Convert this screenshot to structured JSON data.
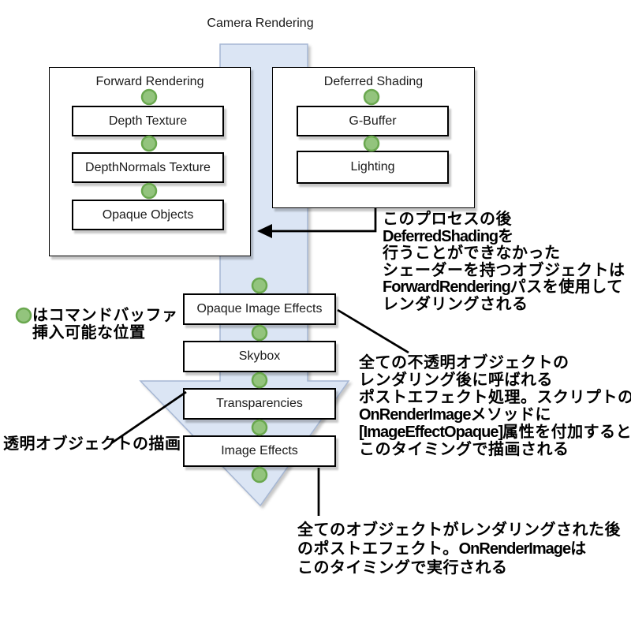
{
  "title": "Camera Rendering",
  "forward": {
    "title": "Forward Rendering",
    "steps": [
      "Depth Texture",
      "DepthNormals Texture",
      "Opaque Objects"
    ]
  },
  "deferred": {
    "title": "Deferred Shading",
    "steps": [
      "G-Buffer",
      "Lighting"
    ]
  },
  "pipeline": [
    "Opaque Image Effects",
    "Skybox",
    "Transparencies",
    "Image Effects"
  ],
  "legend": {
    "lines": [
      "はコマンドバッファ",
      "挿入可能な位置"
    ]
  },
  "annotations": {
    "deferred_fallback": [
      "このプロセスの後",
      "DeferredShadingを",
      "行うことができなかった",
      "シェーダーを持つオブジェクトは",
      "ForwardRenderingパスを使用して",
      "レンダリングされる"
    ],
    "opaque_effects": [
      "全ての不透明オブジェクトの",
      "レンダリング後に呼ばれる",
      "ポストエフェクト処理。スクリプトの",
      "OnRenderImageメソッドに",
      "[ImageEffectOpaque]属性を付加すると",
      "このタイミングで描画される"
    ],
    "transparent": [
      "透明オブジェクトの描画"
    ],
    "final_effects": [
      "全てのオブジェクトがレンダリングされた後",
      "のポストエフェクト。OnRenderImageは",
      "このタイミングで実行される"
    ]
  },
  "colors": {
    "arrow_fill": "#dbe5f4",
    "arrow_stroke": "#a6b7d4",
    "dot_fill": "#93c47d",
    "dot_stroke": "#6aa84f",
    "line_color": "#000000"
  }
}
